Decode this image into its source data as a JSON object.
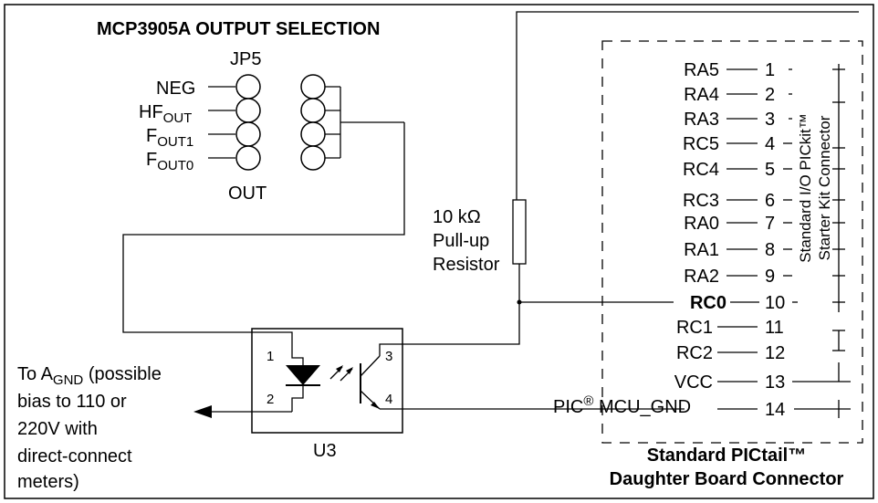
{
  "title": "MCP3905A OUTPUT SELECTION",
  "jumper": {
    "name": "JP5",
    "rows": [
      {
        "main": "NEG",
        "sub": ""
      },
      {
        "main": "HF",
        "sub": "OUT"
      },
      {
        "main": "F",
        "sub": "OUT1"
      },
      {
        "main": "F",
        "sub": "OUT0"
      }
    ],
    "out_label": "OUT"
  },
  "resistor": {
    "lines": [
      "10 kΩ",
      "Pull-up",
      "Resistor"
    ]
  },
  "optocoupler": {
    "name": "U3",
    "pins": [
      "1",
      "2",
      "3",
      "4"
    ]
  },
  "agnd_note": {
    "line1_prefix": "To A",
    "line1_sub": "GND",
    "line1_suffix": " (possible",
    "lines": [
      "bias to 110 or",
      "220V with",
      "direct-connect",
      "meters)"
    ]
  },
  "gnd_net": {
    "prefix": "PIC",
    "sup": "®",
    "suffix": " MCU_GND"
  },
  "pickit_pins": [
    {
      "signal": "RA5",
      "num": "1"
    },
    {
      "signal": "RA4",
      "num": "2"
    },
    {
      "signal": "RA3",
      "num": "3"
    },
    {
      "signal": "RC5",
      "num": "4"
    },
    {
      "signal": "RC4",
      "num": "5"
    },
    {
      "signal": "RC3",
      "num": "6"
    },
    {
      "signal": "RA0",
      "num": "7"
    },
    {
      "signal": "RA1",
      "num": "8"
    },
    {
      "signal": "RA2",
      "num": "9"
    },
    {
      "signal": "RC0",
      "num": "10"
    },
    {
      "signal": "RC1",
      "num": "11"
    },
    {
      "signal": "RC2",
      "num": "12"
    },
    {
      "signal": "VCC",
      "num": "13"
    },
    {
      "signal": "",
      "num": "14"
    }
  ],
  "pickit_connector": [
    "Standard I/O PICkit™",
    "Starter Kit Connector"
  ],
  "daughter_board": [
    "Standard PICtail™",
    "Daughter Board Connector"
  ]
}
